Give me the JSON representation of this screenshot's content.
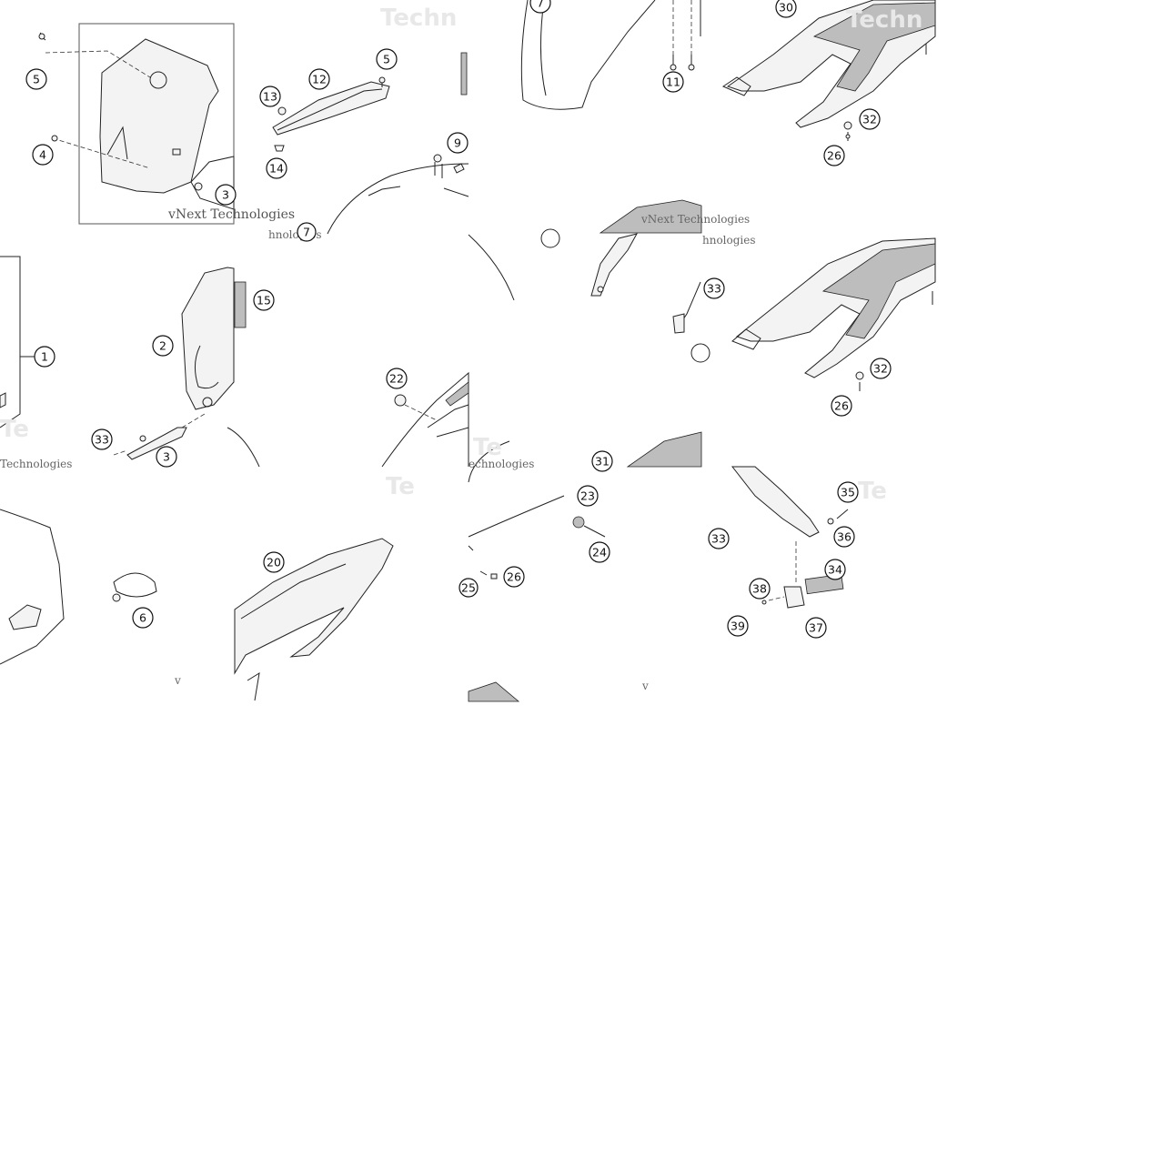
{
  "watermark_full": "vNext Technologies",
  "watermark_a": "Techn",
  "watermark_b": "Te",
  "watermark_c": "Technologies",
  "watermark_d": "echnologies",
  "watermark_e": "hnologies",
  "stray_mark": "v",
  "callouts": {
    "c1": "1",
    "c2": "2",
    "c3": "3",
    "c4": "4",
    "c5": "5",
    "c6": "6",
    "c7": "7",
    "c9": "9",
    "c11": "11",
    "c12": "12",
    "c13": "13",
    "c14": "14",
    "c15": "15",
    "c20": "20",
    "c22": "22",
    "c23": "23",
    "c24": "24",
    "c25": "25",
    "c26": "26",
    "c30": "30",
    "c31": "31",
    "c32": "32",
    "c33": "33",
    "c34": "34",
    "c35": "35",
    "c36": "36",
    "c37": "37",
    "c38": "38",
    "c39": "39"
  }
}
